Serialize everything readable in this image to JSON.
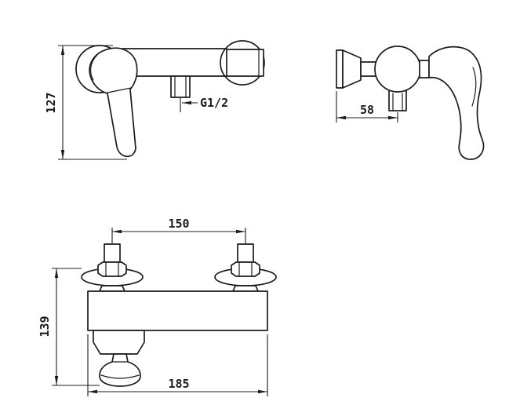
{
  "drawing": {
    "background": "#ffffff",
    "line_color": "#1c1c1c",
    "dimensions": {
      "front_height": "127",
      "outlet_thread": "G1/2",
      "side_depth": "58",
      "inlet_centers": "150",
      "body_height": "139",
      "overall_width": "185"
    }
  }
}
